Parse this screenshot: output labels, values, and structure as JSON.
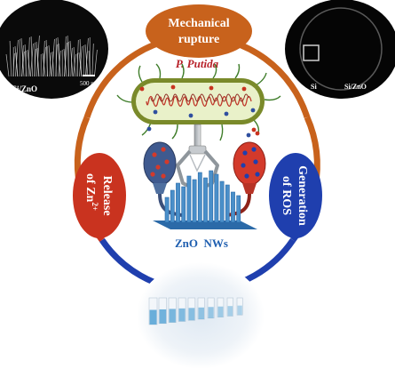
{
  "title": "",
  "labels": {
    "mechanical": [
      "Mechanical",
      "rupture"
    ],
    "release": [
      "Release",
      "of Zn",
      "2+"
    ],
    "ros": [
      "Generation",
      "of ROS"
    ],
    "bacteria": "P. Putida",
    "nanowires": "ZnO  NWs"
  },
  "panels": {
    "sem": {
      "sample": "Si/ZnO",
      "scale": "500 nm"
    },
    "dish": {
      "left": "Si",
      "right": "Si/ZnO"
    }
  },
  "colors": {
    "orange": "#c8621c",
    "red": "#c9331f",
    "blue": "#1f3fae",
    "nanowire": "#4a8fc9",
    "bacteria_body": "#e9f1c9",
    "dna": "#c0392b"
  }
}
